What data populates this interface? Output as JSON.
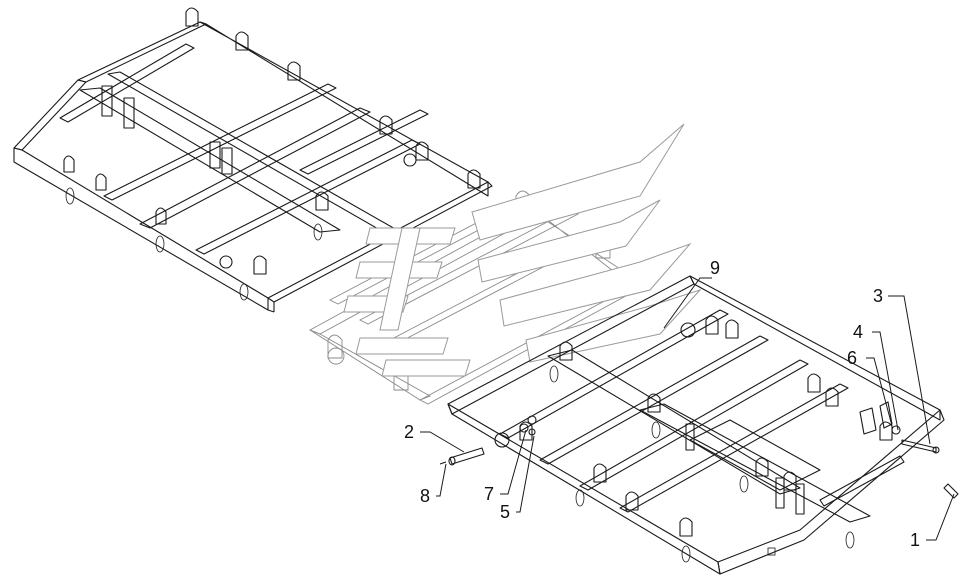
{
  "callouts": [
    {
      "id": "1",
      "label": "1"
    },
    {
      "id": "2",
      "label": "2"
    },
    {
      "id": "3",
      "label": "3"
    },
    {
      "id": "4",
      "label": "4"
    },
    {
      "id": "5",
      "label": "5"
    },
    {
      "id": "6",
      "label": "6"
    },
    {
      "id": "7",
      "label": "7"
    },
    {
      "id": "8",
      "label": "8"
    },
    {
      "id": "9",
      "label": "9"
    }
  ],
  "colors": {
    "line": "#1a1a1a",
    "ghost": "#8a8a8a",
    "background": "#ffffff"
  }
}
